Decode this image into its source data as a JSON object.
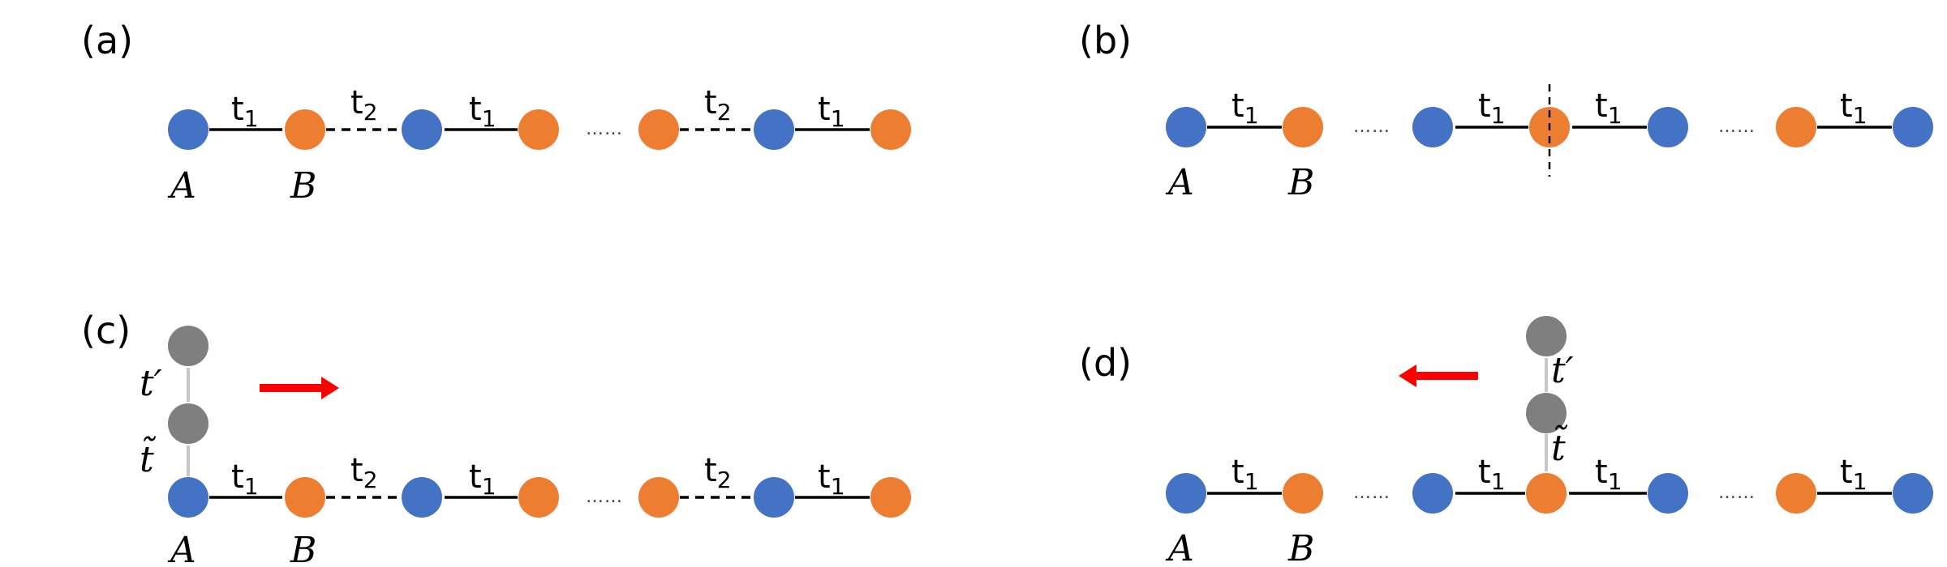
{
  "colors": {
    "A": "#4472c4",
    "B": "#ed7d31",
    "extra": "#7f7f7f",
    "arrow": "#ff0000"
  },
  "labels": {
    "t1_base": "t",
    "t1_sub": "1",
    "t2_base": "t",
    "t2_sub": "2",
    "dots": "……",
    "site_A": "A",
    "site_B": "B",
    "tprime": "t′",
    "ttilde": "t̃"
  },
  "panels": [
    {
      "id": "a",
      "label": "(a)",
      "chain": [
        "A",
        "B",
        "A",
        "B",
        "…",
        "B",
        "A",
        "B"
      ],
      "bonds": [
        "t1",
        "t2",
        "t1",
        "…",
        "t2",
        "t1"
      ],
      "site_labels": [
        "A",
        "B"
      ]
    },
    {
      "id": "b",
      "label": "(b)",
      "chain": [
        "A",
        "B",
        "…",
        "A",
        "B",
        "A",
        "…",
        "B",
        "A"
      ],
      "bonds": [
        "t1",
        "…",
        "t1",
        "t1",
        "…",
        "t1"
      ],
      "site_labels": [
        "A",
        "B"
      ],
      "cut_through_site": 4
    },
    {
      "id": "c",
      "label": "(c)",
      "chain": [
        "A",
        "B",
        "A",
        "B",
        "…",
        "B",
        "A",
        "B"
      ],
      "bonds": [
        "t1",
        "t2",
        "t1",
        "…",
        "t2",
        "t1"
      ],
      "site_labels": [
        "A",
        "B"
      ],
      "attached_to_site": 0,
      "attached_hoppings": [
        "t̃",
        "t′"
      ],
      "arrow_direction": "right"
    },
    {
      "id": "d",
      "label": "(d)",
      "chain": [
        "A",
        "B",
        "…",
        "A",
        "B",
        "A",
        "…",
        "B",
        "A"
      ],
      "bonds": [
        "t1",
        "…",
        "t1",
        "t1",
        "…",
        "t1"
      ],
      "site_labels": [
        "A",
        "B"
      ],
      "attached_to_site": 4,
      "attached_hoppings": [
        "t̃",
        "t′"
      ],
      "arrow_direction": "left"
    }
  ]
}
